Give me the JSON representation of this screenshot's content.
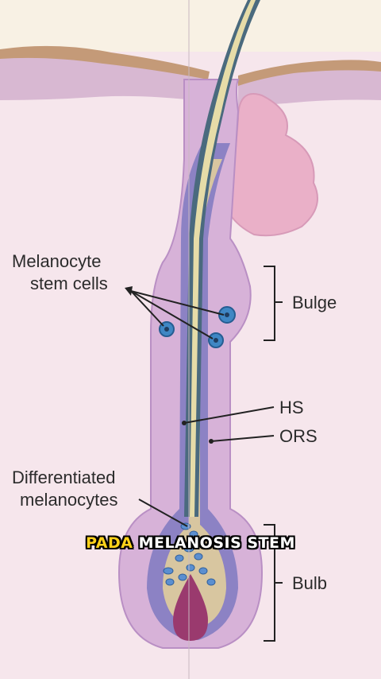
{
  "labels": {
    "melanocyte_stem_cells_line1": "Melanocyte",
    "melanocyte_stem_cells_line2": "stem cells",
    "bulge": "Bulge",
    "hs": "HS",
    "ors": "ORS",
    "differentiated_line1": "Differentiated",
    "differentiated_line2": "melanocytes",
    "bulb": "Bulb"
  },
  "caption": {
    "highlight": "PADA",
    "rest": " MELANOSIS STEM"
  },
  "colors": {
    "background": "#f7e9ee",
    "dermis": "#f4e2ea",
    "skin_surface": "#c9a07c",
    "epidermis": "#d9b8d0",
    "outer_root_sheath": "#d3aed4",
    "inner_layer": "#8b7dbf",
    "hair_shaft": "#45657a",
    "hair_core": "#e6d9a6",
    "sebaceous_gland": "#ecaac6",
    "stem_cell": "#3f87c4",
    "papilla": "#9a3a6e",
    "caption_highlight": "#ffd21a"
  }
}
